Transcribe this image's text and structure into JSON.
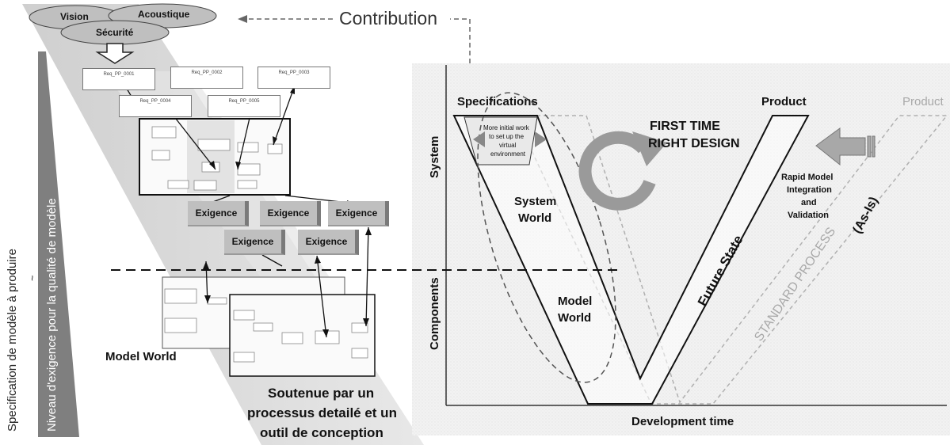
{
  "ellipses": [
    "Vision",
    "Acoustique",
    "Sécurité"
  ],
  "contribution": "Contribution",
  "requirements": [
    "Req_PP_0001",
    "Req_PP_0002",
    "Req_PP_0003",
    "Req_PP_0004",
    "Req_PP_0005"
  ],
  "exigences": [
    "Exigence",
    "Exigence",
    "Exigence",
    "Exigence",
    "Exigence"
  ],
  "model_world_left": "Model World",
  "soutenue": [
    "Soutenue par un",
    "processus detailé et un",
    "outil de conception"
  ],
  "vertical_axis_left": [
    "Specification de modèle à produire",
    "~",
    "Niveau d'exigence pour la qualité de modèle"
  ],
  "v_diagram": {
    "specifications": "Specifications",
    "product": "Product",
    "product_ghost": "Product",
    "first_time": "FIRST TIME",
    "right_design": "RIGHT DESIGN",
    "more_initial": [
      "More initial work",
      "to set up the",
      "virtual",
      "environment"
    ],
    "system_world": [
      "System",
      "World"
    ],
    "model_world": [
      "Model",
      "World"
    ],
    "future_state": "Future State",
    "rapid": [
      "Rapid Model",
      "Integration",
      "and",
      "Validation"
    ],
    "as_is": "(As-Is)",
    "standard_process": "STANDARD PROCESS",
    "axis_y_system": "System",
    "axis_y_components": "Components",
    "axis_x": "Development time"
  },
  "colors": {
    "band": "#d9d9d9",
    "tri": "#7f7f7f",
    "exigence": "#bfbfbf",
    "ghost": "#b0b0b0"
  }
}
